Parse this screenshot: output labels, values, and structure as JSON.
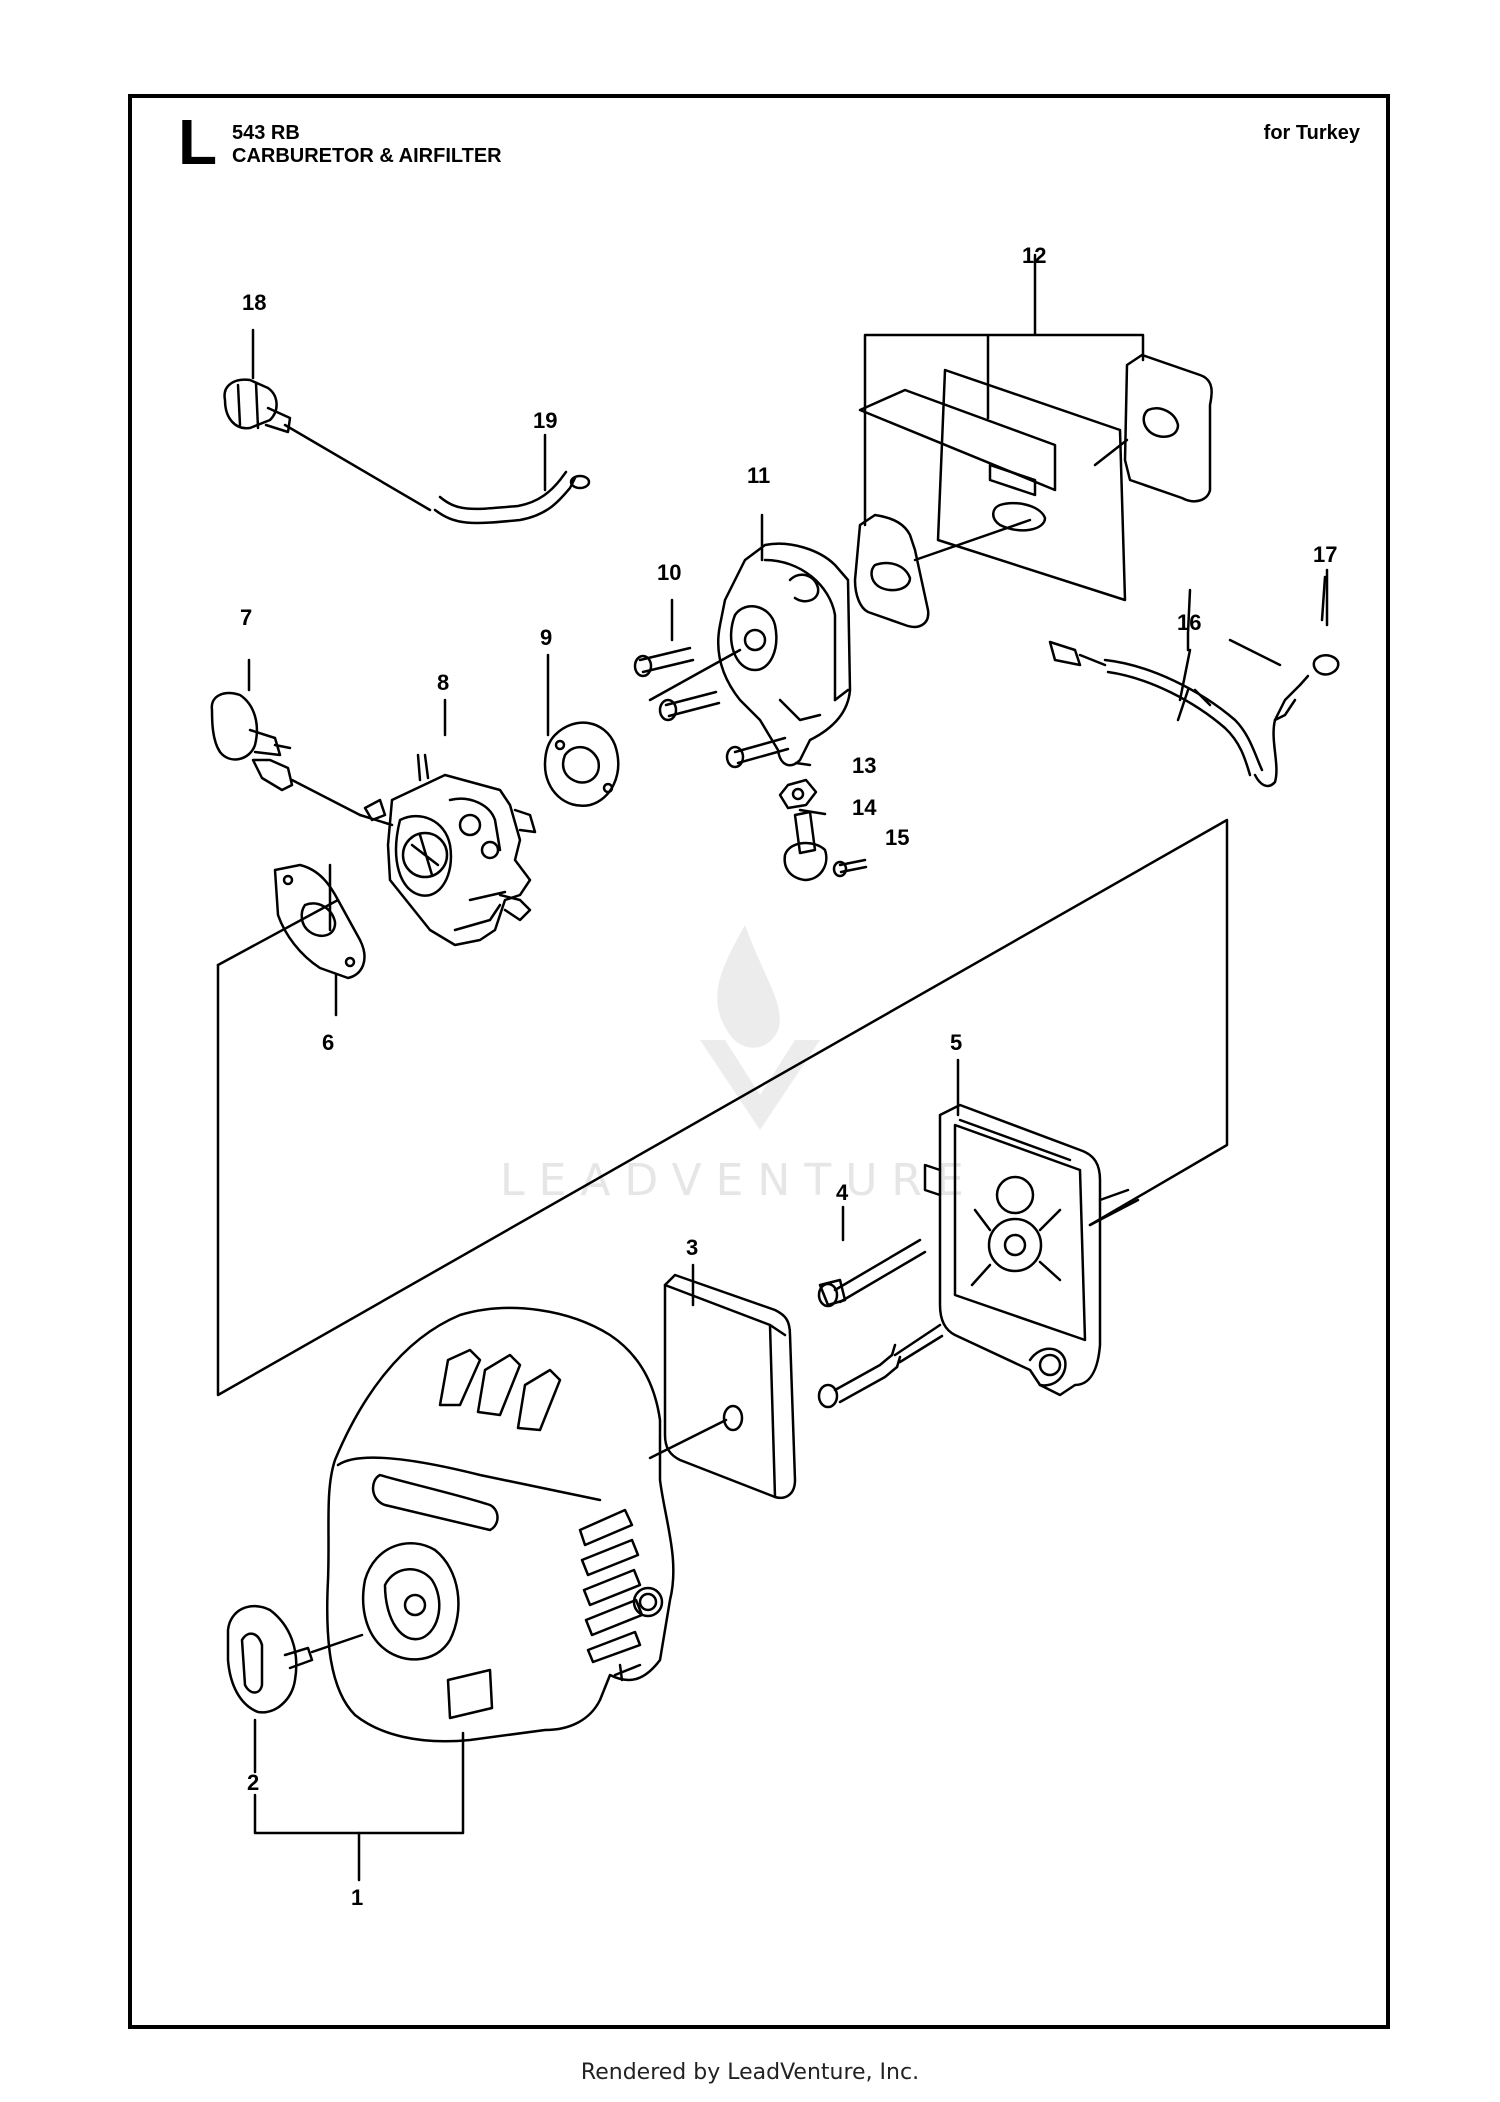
{
  "header": {
    "section_letter": "L",
    "model": "543 RB",
    "title": "CARBURETOR & AIRFILTER",
    "region": "for Turkey"
  },
  "callouts": [
    "1",
    "2",
    "3",
    "4",
    "5",
    "6",
    "7",
    "8",
    "9",
    "10",
    "11",
    "12",
    "13",
    "14",
    "15",
    "16",
    "17",
    "18",
    "19"
  ],
  "watermark": "LEADVENTURE",
  "footer": "Rendered by LeadVenture, Inc.",
  "colors": {
    "line": "#000000",
    "watermark": "#e6e6e6"
  }
}
